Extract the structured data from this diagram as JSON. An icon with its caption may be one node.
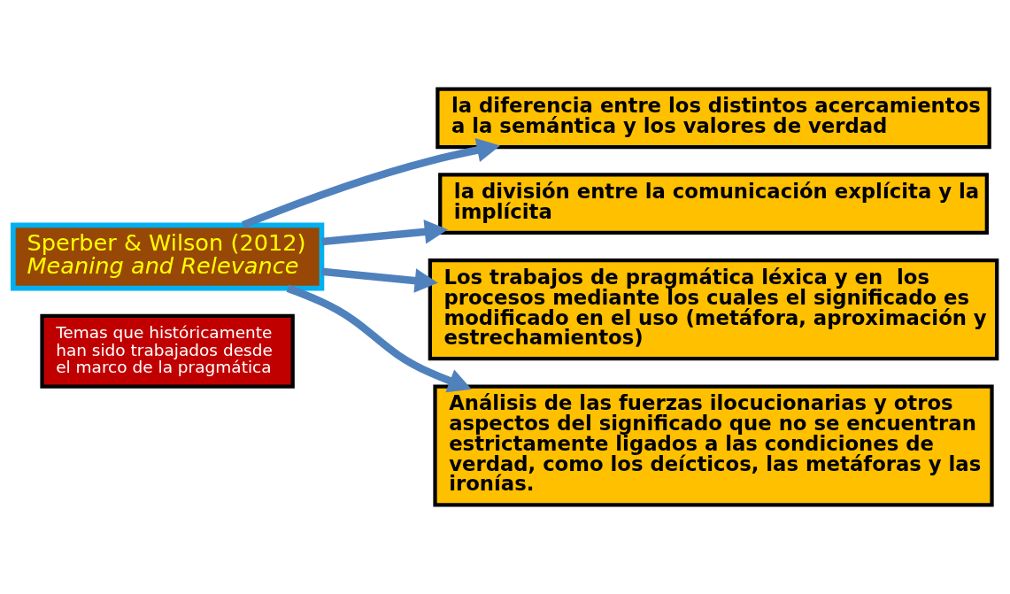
{
  "diagram": {
    "nodes": [
      {
        "text": [
          "Sperber & Wilson (2012)",
          "Meaning and Relevance"
        ]
      },
      {
        "text": [
          "Temas que históricamente han sido trabajados desde el marco de la pragmática"
        ]
      },
      {
        "text": [
          "la diferencia entre los distintos acercamientos a la semántica y los valores de verdad"
        ]
      },
      {
        "text": [
          "la división entre la comunicación explícita y la implícita"
        ]
      },
      {
        "text": [
          "Los trabajos de pragmática léxica y en  los procesos mediante los cuales el significado es modificado en el uso (metáfora, aproximación y estrechamientos)"
        ]
      },
      {
        "text": [
          "Análisis de las fuerzas ilocucionarias y otros aspectos del significado que no se encuentran estrictamente ligados a las condiciones de verdad, como los deícticos, las metáforas y las ironías."
        ]
      }
    ],
    "edges": [
      {
        "from": 0,
        "to": 2,
        "arrow": "to"
      },
      {
        "from": 0,
        "to": 3,
        "arrow": "to"
      },
      {
        "from": 0,
        "to": 4,
        "arrow": "to"
      },
      {
        "from": 0,
        "to": 5,
        "arrow": "to"
      }
    ]
  }
}
